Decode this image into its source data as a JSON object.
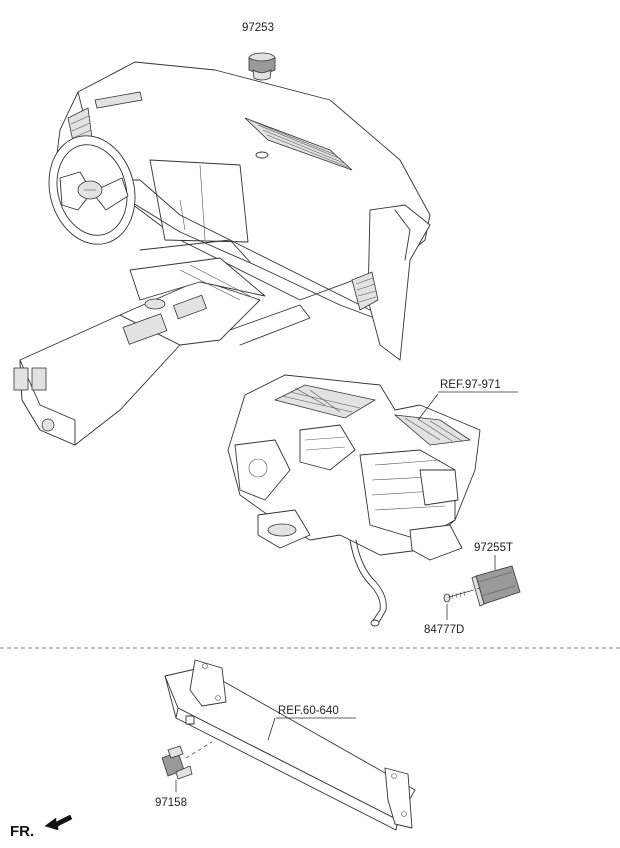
{
  "labels": {
    "p97253": "97253",
    "ref97971": "REF.97-971",
    "p97255T": "97255T",
    "p84777D": "84777D",
    "ref60640": "REF.60-640",
    "p97158": "97158",
    "front": "FR."
  },
  "colors": {
    "line": "#333333",
    "part_fill": "#ffffff",
    "shade": "#e2e2e2",
    "dark_part": "#9a9a9a"
  }
}
